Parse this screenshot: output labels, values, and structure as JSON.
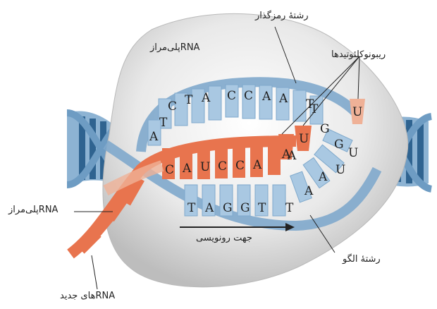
{
  "labels": {
    "polymerase_top": "RNAپلی‌مراز",
    "polymerase_left": "RNAپلی‌مراز",
    "coding_strand": "رشتهٔ رمزگذار",
    "ribonucleotides": "ریبونوکلئوتیدها",
    "template_strand": "رشتهٔ الگو",
    "transcription_direction": "جهت رونویسی",
    "new_rna": "RNAهای جدید"
  },
  "bases": {
    "coding_top": [
      "T",
      "C",
      "A",
      "C",
      "C",
      "A",
      "A",
      "T"
    ],
    "coding_side": [
      "A",
      "T"
    ],
    "rna": [
      "C",
      "A",
      "U",
      "C",
      "C",
      "A",
      "A"
    ],
    "free_nucleotides": [
      "U",
      "U"
    ],
    "template_bottom": [
      "T",
      "A",
      "G",
      "G",
      "T",
      "T"
    ],
    "template_right": [
      "T",
      "G",
      "G",
      "U",
      "U",
      "A",
      "A",
      "A"
    ]
  },
  "colors": {
    "dna": "#7fa9cc",
    "dna_dark": "#3d6f98",
    "rna": "#e8744e",
    "rna_light": "#efb197",
    "enzyme": "#dcdcdc"
  }
}
